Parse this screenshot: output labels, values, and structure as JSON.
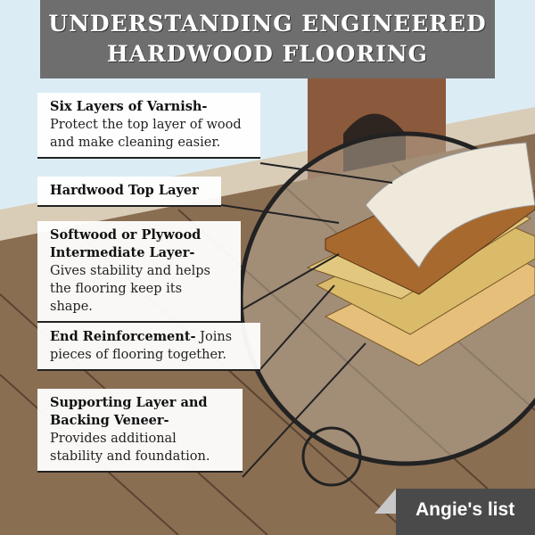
{
  "title": {
    "line1": "UNDERSTANDING ENGINEERED",
    "line2": "HARDWOOD FLOORING"
  },
  "callouts": [
    {
      "heading": "Six Layers of Varnish-",
      "text": "Protect the top layer of wood and make cleaning easier."
    },
    {
      "heading": "Hardwood Top Layer",
      "text": ""
    },
    {
      "heading": "Softwood or Plywood Intermediate Layer-",
      "text": "Gives stability and helps the flooring keep its shape."
    },
    {
      "heading": "End Reinforcement-",
      "text": "Joins pieces of flooring together."
    },
    {
      "heading": "Supporting Layer and Backing Veneer-",
      "text": "Provides additional stability and foundation."
    }
  ],
  "brand": {
    "logo": "Angie's list"
  },
  "colors": {
    "banner": "#6e6e6e",
    "floor": "#8a6e52",
    "sky": "#dcecf4",
    "brick": "#8b5a3c"
  }
}
